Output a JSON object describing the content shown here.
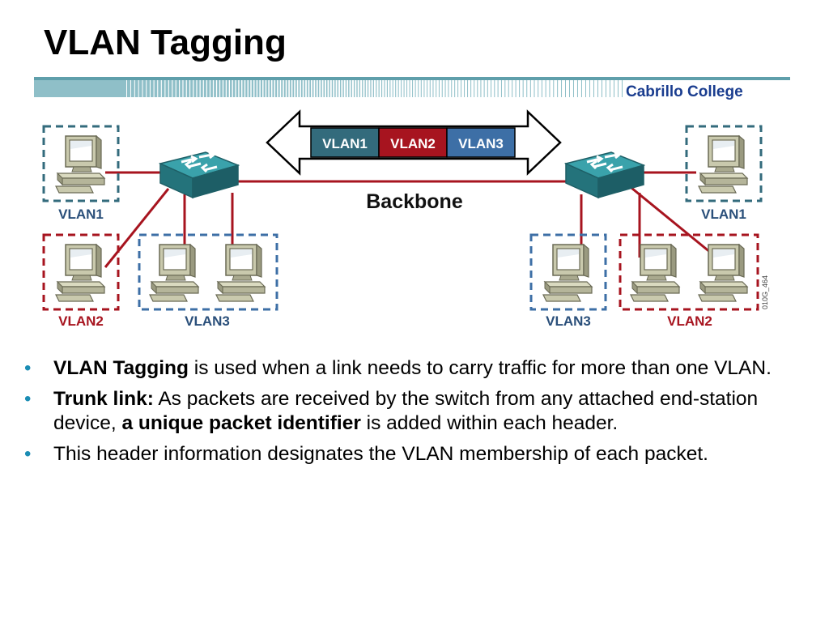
{
  "slide": {
    "title": "VLAN Tagging",
    "college": "Cabrillo College"
  },
  "diagram": {
    "backbone_label": "Backbone",
    "frame_tags": [
      "VLAN1",
      "VLAN2",
      "VLAN3"
    ],
    "figure_code": "010G_464",
    "left_groups": [
      "VLAN1",
      "VLAN2",
      "VLAN3"
    ],
    "right_groups": [
      "VLAN1",
      "VLAN3",
      "VLAN2"
    ],
    "colors": {
      "vlan1": "#336b7c",
      "vlan2": "#a7141f",
      "vlan3": "#3d6fa6",
      "link": "#a7141f",
      "switch": "#2b8a94",
      "accent": "#1b8db4"
    }
  },
  "bullets": [
    {
      "bold": "VLAN Tagging",
      "text": " is used when a link needs to carry traffic for more than one VLAN."
    },
    {
      "bold": "Trunk link:",
      "text": " As packets are received by the switch from any attached end-station device, ",
      "bold2": "a unique packet identifier",
      "text2": " is added within each header."
    },
    {
      "text": "This header information designates the VLAN membership of each packet."
    }
  ]
}
